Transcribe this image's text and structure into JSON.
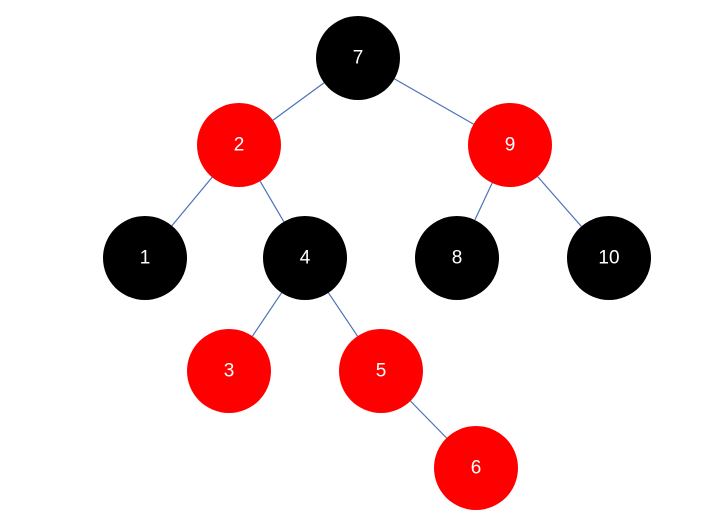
{
  "colors": {
    "black_node": "#000000",
    "red_node": "#ff0000",
    "edge": "#4a72b8",
    "label": "#ffffff",
    "background": "#ffffff"
  },
  "nodes": {
    "n7": {
      "label": "7",
      "color": "black"
    },
    "n2": {
      "label": "2",
      "color": "red"
    },
    "n9": {
      "label": "9",
      "color": "red"
    },
    "n1": {
      "label": "1",
      "color": "black"
    },
    "n4": {
      "label": "4",
      "color": "black"
    },
    "n8": {
      "label": "8",
      "color": "black"
    },
    "n10": {
      "label": "10",
      "color": "black"
    },
    "n3": {
      "label": "3",
      "color": "red"
    },
    "n5": {
      "label": "5",
      "color": "red"
    },
    "n6": {
      "label": "6",
      "color": "red"
    }
  },
  "edges": [
    {
      "from": "n7",
      "to": "n2"
    },
    {
      "from": "n7",
      "to": "n9"
    },
    {
      "from": "n2",
      "to": "n1"
    },
    {
      "from": "n2",
      "to": "n4"
    },
    {
      "from": "n9",
      "to": "n8"
    },
    {
      "from": "n9",
      "to": "n10"
    },
    {
      "from": "n4",
      "to": "n3"
    },
    {
      "from": "n4",
      "to": "n5"
    },
    {
      "from": "n5",
      "to": "n6"
    }
  ]
}
